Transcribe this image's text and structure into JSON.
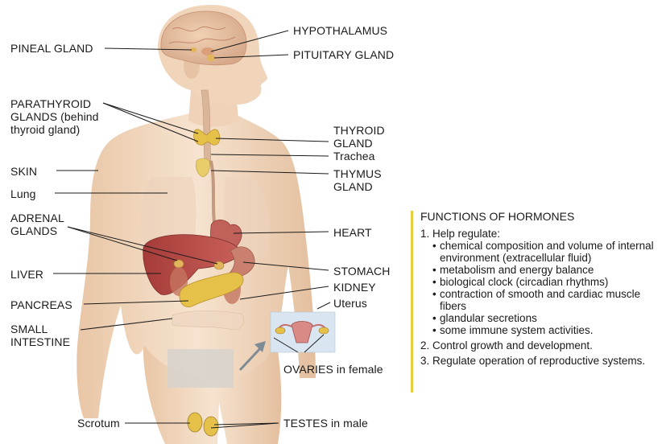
{
  "labels": {
    "pineal": "PINEAL GLAND",
    "hypothalamus": "HYPOTHALAMUS",
    "pituitary": "PITUITARY GLAND",
    "parathyroid": "PARATHYROID GLANDS (behind thyroid gland)",
    "thyroid": "THYROID GLAND",
    "trachea": "Trachea",
    "skin": "SKIN",
    "thymus": "THYMUS GLAND",
    "lung": "Lung",
    "adrenal": "ADRENAL GLANDS",
    "heart": "HEART",
    "liver": "LIVER",
    "stomach": "STOMACH",
    "kidney": "KIDNEY",
    "pancreas": "PANCREAS",
    "uterus": "Uterus",
    "small_intestine": "SMALL INTESTINE",
    "ovaries": "OVARIES in female",
    "scrotum": "Scrotum",
    "testes": "TESTES in male"
  },
  "functions": {
    "title": "FUNCTIONS OF HORMONES",
    "items": [
      {
        "text": "1. Help regulate:",
        "subitems": [
          "chemical composition and volume of internal environment (extracellular fluid)",
          "metabolism and energy balance",
          "biological clock (circadian rhythms)",
          "contraction of smooth and cardiac muscle fibers",
          "glandular secretions",
          "some immune system activities."
        ]
      },
      {
        "text": "2. Control growth and development."
      },
      {
        "text": "3. Regulate operation of reproductive systems."
      }
    ]
  },
  "colors": {
    "skin": "#f2dcc4",
    "skin_shadow": "#e6c2a3",
    "organ_red": "#b54a43",
    "gland_yellow": "#e6c14a",
    "panel_accent": "#e6cf3c",
    "leader_line": "#1a1a1a"
  }
}
